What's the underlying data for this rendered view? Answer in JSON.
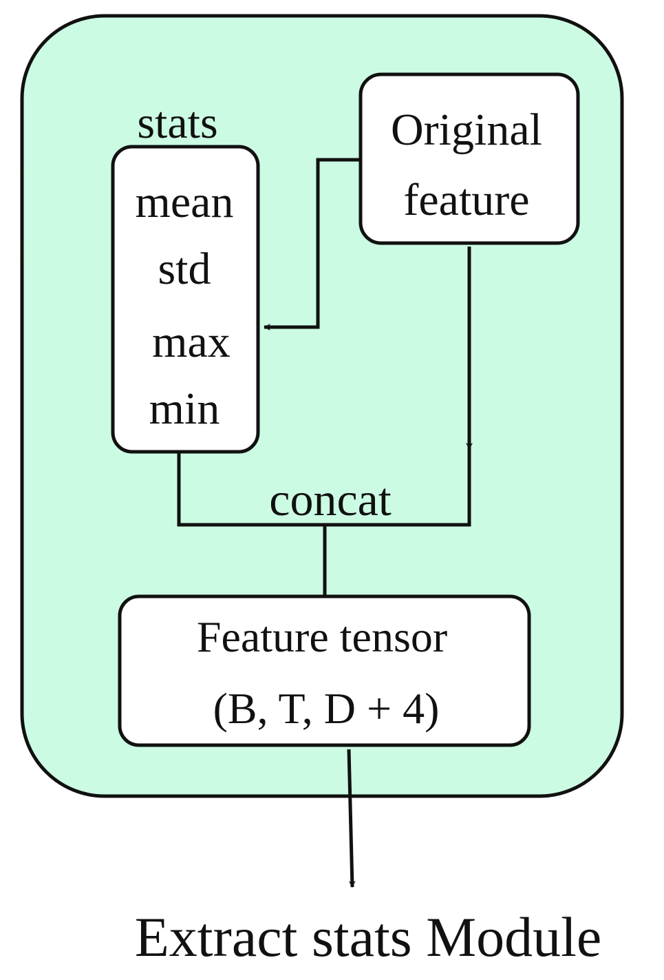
{
  "colors": {
    "module_fill": "#ccfbe3",
    "box_fill": "#ffffff",
    "stroke": "#111111"
  },
  "stats": {
    "label": "stats",
    "items": [
      "mean",
      "std",
      "max",
      "min"
    ]
  },
  "original_feature": {
    "line1": "Original",
    "line2": "feature"
  },
  "concat": {
    "label": "concat"
  },
  "feature_tensor": {
    "line1": "Feature tensor",
    "line2": "(B, T, D + 4)"
  },
  "module_title": "Extract stats Module"
}
